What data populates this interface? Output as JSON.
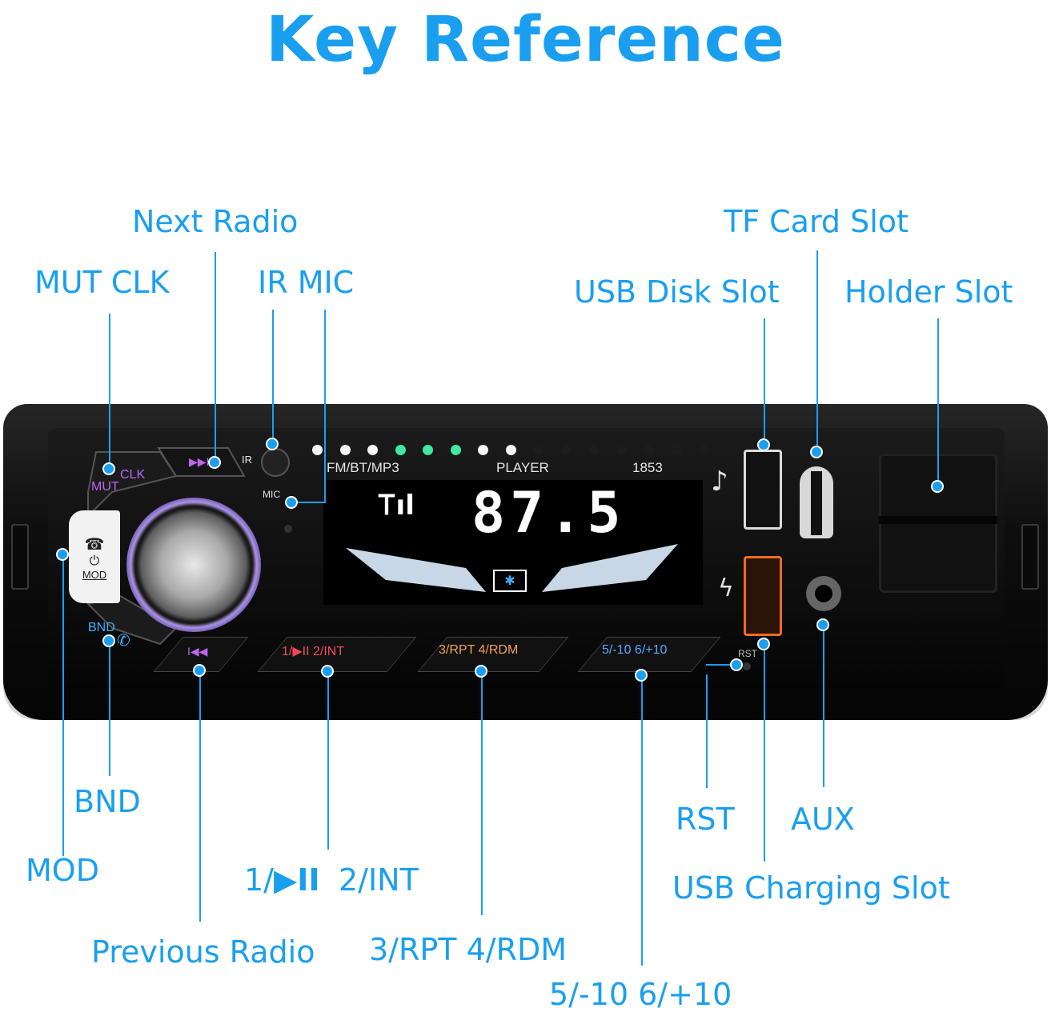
{
  "title": "Key Reference",
  "callouts": {
    "next_radio": "Next Radio",
    "mut_clk": "MUT CLK",
    "ir_mic": "IR MIC",
    "tf_card_slot": "TF Card Slot",
    "usb_disk_slot": "USB Disk Slot",
    "holder_slot": "Holder Slot",
    "bnd": "BND",
    "mod": "MOD",
    "play_pause": "1/",
    "play_pause_icon": "play-pause-icon",
    "int": "2/INT",
    "previous_radio": "Previous Radio",
    "rpt_rdm": "3/RPT 4/RDM",
    "minus_plus_10": "5/-10 6/+10",
    "rst": "RST",
    "aux": "AUX",
    "usb_charging_slot": "USB Charging Slot"
  },
  "device": {
    "screen_labels": {
      "mode": "FM/BT/MP3",
      "player": "PLAYER",
      "model": "1853"
    },
    "frequency": "87.5",
    "ir_label": "IR",
    "mic_label": "MIC",
    "rst_label": "RST",
    "buttons": {
      "clk": "CLK",
      "mut": "MUT",
      "mod": "MOD",
      "bnd": "BND",
      "preset_1_2": "1/▶II   2/INT",
      "preset_3_4": "3/RPT  4/RDM",
      "preset_5_6": "5/-10    6/+10"
    },
    "led_colors": [
      "#f5f5f5",
      "#f5f5f5",
      "#f5f5f5",
      "#41e8a0",
      "#41e8a0",
      "#41e8a0",
      "#f5f5f5",
      "#f5f5f5",
      "#1c1c1c",
      "#1c1c1c",
      "#1c1c1c",
      "#1c1c1c",
      "#1c1c1c",
      "#1c1c1c",
      "#1c1c1c"
    ]
  },
  "colors": {
    "accent": "#1a9ff0",
    "purple_key": "#c065f0",
    "red_key": "#f04a5a",
    "orange_key": "#f3a15a",
    "blue_key": "#55a8ff"
  }
}
